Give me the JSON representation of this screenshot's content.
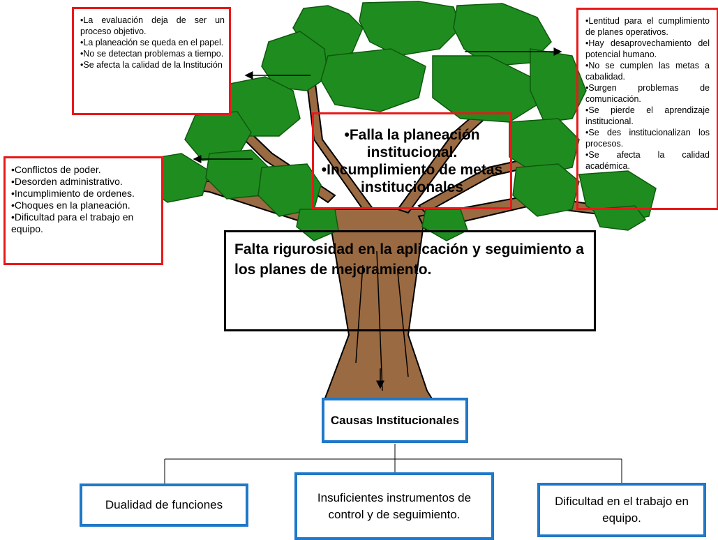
{
  "effects_top_left": [
    "La evaluación deja de ser un proceso objetivo.",
    "La planeación se queda en el papel.",
    "No se detectan problemas a tiempo.",
    "Se afecta la calidad de la Institución"
  ],
  "effects_top_right": [
    "Lentitud para el cumplimiento de planes operativos.",
    "Hay desaprovechamiento del potencial humano.",
    "No se cumplen las metas a cabalidad.",
    "Surgen problemas de comunicación.",
    "Se pierde el aprendizaje institucional.",
    "Se des institucionalizan los procesos.",
    "Se afecta la calidad académica."
  ],
  "effects_left": [
    "Conflictos de poder.",
    "Desorden administrativo.",
    "Incumplimiento de ordenes.",
    "Choques en la planeación.",
    "Dificultad para el trabajo en equipo."
  ],
  "central_effects": [
    "Falla la planeación institucional.",
    "Incumplimiento de metas institucionales"
  ],
  "problem": "Falta rigurosidad en la aplicación y seguimiento a los planes de mejoramiento.",
  "causes": {
    "title": "Causas Institucionales",
    "items": [
      "Dualidad de funciones",
      "Insuficientes instrumentos de control y de seguimiento.",
      "Dificultad en el trabajo en equipo."
    ]
  },
  "colors": {
    "foliage": "#1f8c1f",
    "trunk": "#9a6a42",
    "effect_border": "#e8191a",
    "cause_border": "#1f78c8"
  }
}
